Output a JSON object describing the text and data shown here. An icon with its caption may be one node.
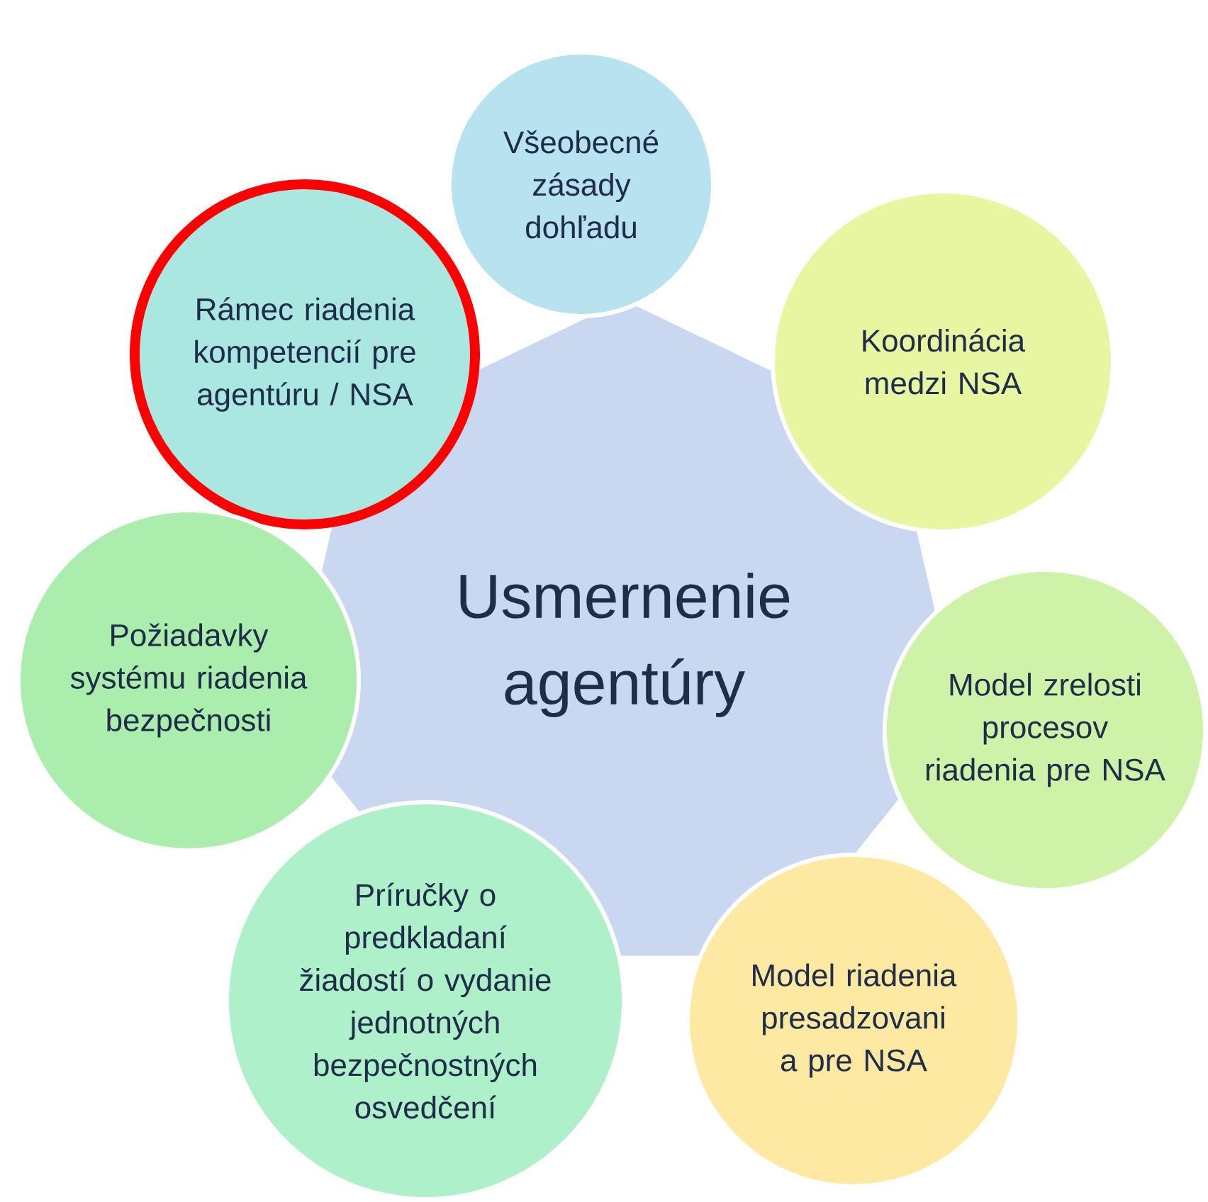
{
  "diagram": {
    "nodes": [
      {
        "text": [
          "Usmernenie agentúry"
        ]
      },
      {
        "text": [
          "Všeobecné zásady dohľadu"
        ]
      },
      {
        "text": [
          "Rámec riadenia kompetencií pre agentúru / NSA"
        ]
      },
      {
        "text": [
          "Koordinácia medzi NSA"
        ]
      },
      {
        "text": [
          "Požiadavky systému riadenia bezpečnosti"
        ]
      },
      {
        "text": [
          "Model zrelosti procesov riadenia pre NSA"
        ]
      },
      {
        "text": [
          "Príručky o predkladaní žiadostí o vydanie jednotných bezpečnostných osvedčení"
        ]
      },
      {
        "text": [
          "Model riadenia presadzovani a pre NSA"
        ]
      }
    ]
  }
}
